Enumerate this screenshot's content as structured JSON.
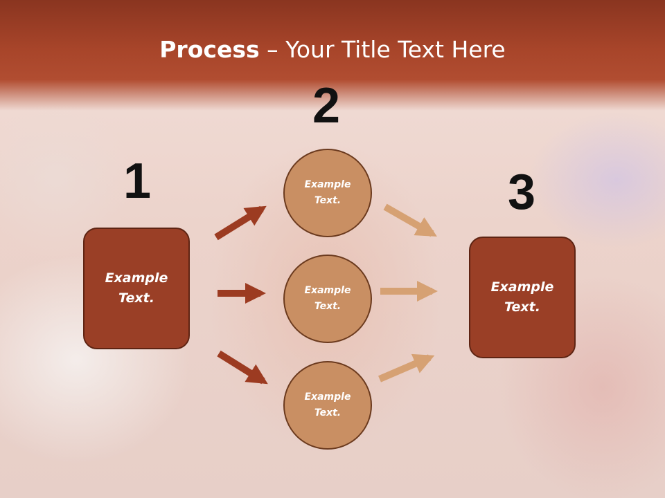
{
  "slide": {
    "title_bold": "Process",
    "title_rest": " – Your Title Text Here"
  },
  "steps": {
    "step1": {
      "number": "1",
      "text_line1": "Example",
      "text_line2": "Text."
    },
    "step2": {
      "number": "2"
    },
    "step3": {
      "number": "3",
      "text_line1": "Example",
      "text_line2": "Text."
    }
  },
  "circles": [
    {
      "text_line1": "Example",
      "text_line2": "Text."
    },
    {
      "text_line1": "Example",
      "text_line2": "Text."
    },
    {
      "text_line1": "Example",
      "text_line2": "Text."
    }
  ],
  "colors": {
    "header": "#a8452a",
    "box_fill": "#9a3f26",
    "circle_fill": "#c98f63",
    "arrow_dark": "#9c3b21",
    "arrow_light": "#d6a173"
  }
}
